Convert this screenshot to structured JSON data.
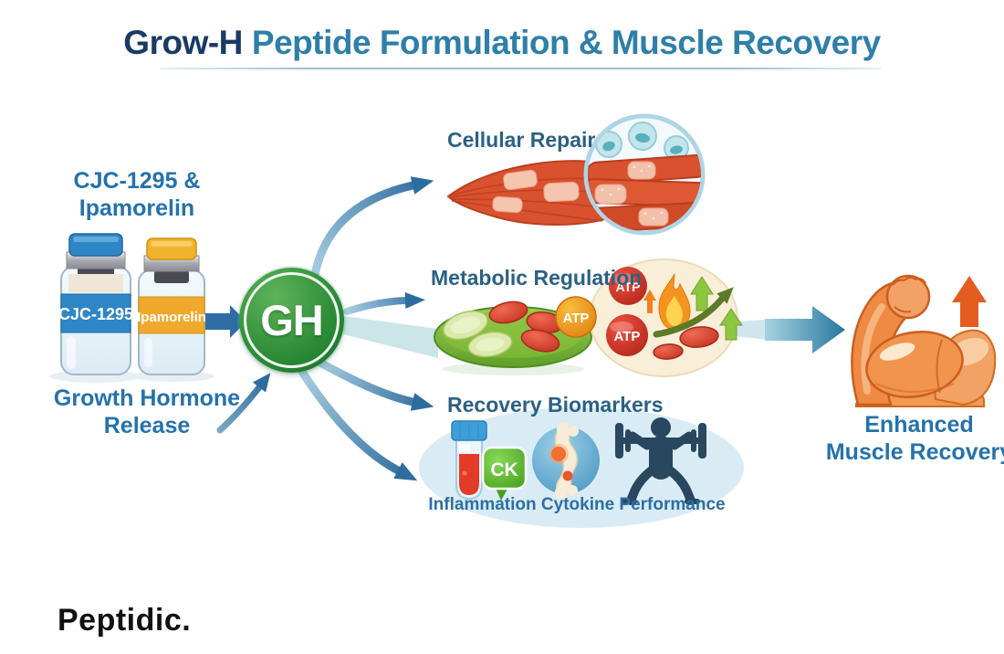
{
  "title": {
    "brand": "Grow-H",
    "rest": "Peptide Formulation & Muscle Recovery"
  },
  "peptides": {
    "heading_line1": "CJC-1295 &",
    "heading_line2": "Ipamorelin",
    "vial1_label": "CJC-1295",
    "vial2_label": "Ipamorelin",
    "release_line1": "Growth Hormone",
    "release_line2": "Release"
  },
  "hub": {
    "label": "GH"
  },
  "branches": {
    "cellular": {
      "label": "Cellular Repair"
    },
    "metabolic": {
      "label": "Metabolic Regulation",
      "atp_orange": "ATP",
      "atp_top": "ATP",
      "atp_bottom": "ATP"
    },
    "biomarkers": {
      "label": "Recovery Biomarkers",
      "ck": "CK",
      "sublabel": "Inflammation Cytokine Performance"
    }
  },
  "outcome": {
    "line1": "Enhanced",
    "line2": "Muscle Recovery"
  },
  "footer": {
    "logo": "Peptidic."
  },
  "icons": {
    "vials": "medicine-vial-icon",
    "hub": "gh-circle-badge",
    "cellular": "muscle-fibers-magnified-cells-icon",
    "metabolic": "cell-dish-atp-flame-growth-icon",
    "biomarkers": "test-tube-ck-joint-squat-icon",
    "outcome": "flexed-bicep-icon",
    "trend": "orange-up-arrow-icon"
  },
  "colors": {
    "title_brand": "#1b3a66",
    "title_accent": "#2e7fa9",
    "label_blue": "#2472ab",
    "branch_label": "#2a6184",
    "sublabel_blue": "#2e6da4",
    "hub_green": "#2f8f38",
    "arrow_blue": "#2d6c9e",
    "vial_cap_blue": "#2f86c6",
    "vial_cap_amber": "#f2b32c",
    "atp_red": "#c12f1d",
    "atp_orange": "#f0941e",
    "flame_orange": "#f59320",
    "growth_green": "#8dc63f",
    "dish_green": "#7dbb3f",
    "beige_oval": "#f9eed8",
    "blue_oval": "#d9ecf5",
    "recovery_orange": "#e55c20",
    "silhouette_navy": "#29475f",
    "logo_black": "#111111",
    "background": "#ffffff"
  }
}
